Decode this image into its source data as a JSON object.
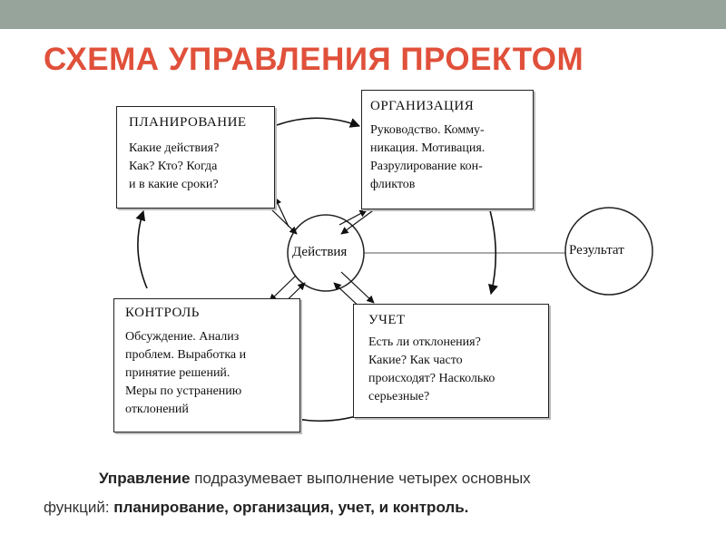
{
  "title": "СХЕМА УПРАВЛЕНИЯ ПРОЕКТОМ",
  "boxes": {
    "planning": {
      "title": "ПЛАНИРОВАНИЕ",
      "lines": [
        "Какие действия?",
        "Как? Кто? Когда",
        "и в какие сроки?"
      ]
    },
    "organization": {
      "title": "ОРГАНИЗАЦИЯ",
      "lines": [
        "Руководство. Комму-",
        "никация. Мотивация.",
        "Разрулирование кон-",
        "фликтов"
      ]
    },
    "control": {
      "title": "КОНТРОЛЬ",
      "lines": [
        "Обсуждение. Анализ",
        "проблем. Выработка и",
        "принятие решений.",
        "Меры по устранению",
        "отклонений"
      ]
    },
    "accounting": {
      "title": "УЧЕТ",
      "lines": [
        "Есть ли отклонения?",
        "Какие? Как часто",
        "происходят? Насколько",
        "серьезные?"
      ]
    }
  },
  "circles": {
    "actions": "Действия",
    "result": "Результат"
  },
  "caption": {
    "line1_bold": "Управление",
    "line1_rest": " подразумевает выполнение четырех основных",
    "line2_prefix": "функций: ",
    "line2_bold": "планирование, организация, учет, и контроль."
  },
  "colors": {
    "title": "#e0503a",
    "top_bar": "#97a49b"
  }
}
